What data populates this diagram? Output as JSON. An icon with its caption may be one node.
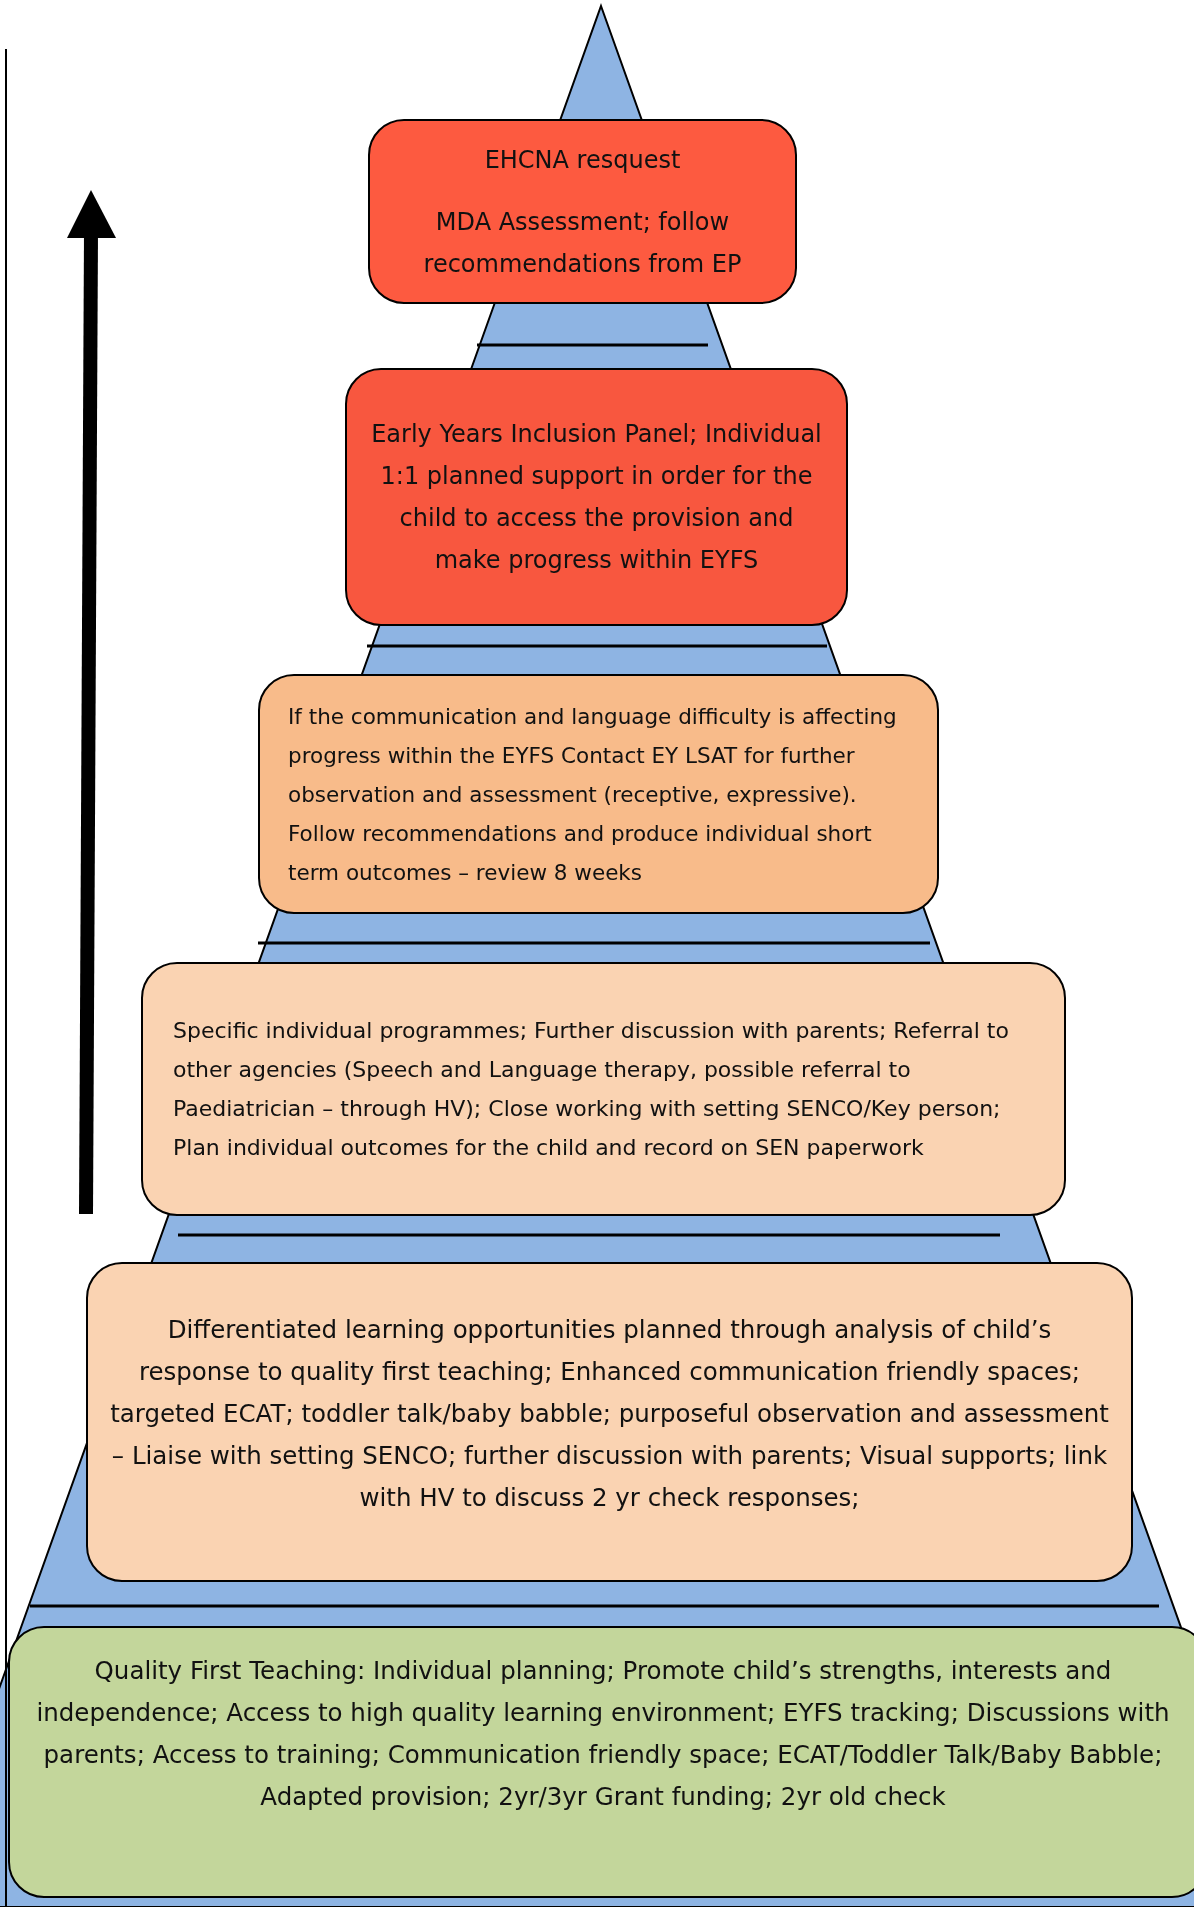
{
  "diagram": {
    "nodes": [
      {
        "text": [
          "EHCNA resquest",
          "MDA Assessment; follow recommendations from EP"
        ]
      },
      {
        "text": [
          "Early Years Inclusion Panel; Individual 1:1 planned support in order for the child to access the provision and make progress within EYFS"
        ]
      },
      {
        "text": [
          "If the communication and language difficulty is affecting progress within the EYFS Contact EY LSAT for further observation and assessment (receptive, expressive).  Follow recommendations and produce individual short term outcomes – review 8 weeks"
        ]
      },
      {
        "text": [
          "Specific individual programmes; Further discussion with parents; Referral to other agencies (Speech and Language therapy, possible referral to Paediatrician – through HV); Close working with setting SENCO/Key person; Plan individual outcomes for the child and record on SEN paperwork"
        ]
      },
      {
        "text": [
          "Differentiated learning opportunities planned through analysis of child’s response to quality first teaching; Enhanced communication friendly spaces; targeted ECAT; toddler talk/baby babble; purposeful observation and assessment – Liaise with setting SENCO; further discussion with parents; Visual supports; link with HV to discuss 2 yr check responses;"
        ]
      },
      {
        "text": [
          "Quality First Teaching: Individual planning; Promote child’s strengths, interests and independence; Access to high quality learning environment; EYFS tracking; Discussions with parents; Access to training; Communication friendly space; ECAT/Toddler Talk/Baby Babble; Adapted provision; 2yr/3yr Grant funding; 2yr old check"
        ]
      }
    ]
  }
}
